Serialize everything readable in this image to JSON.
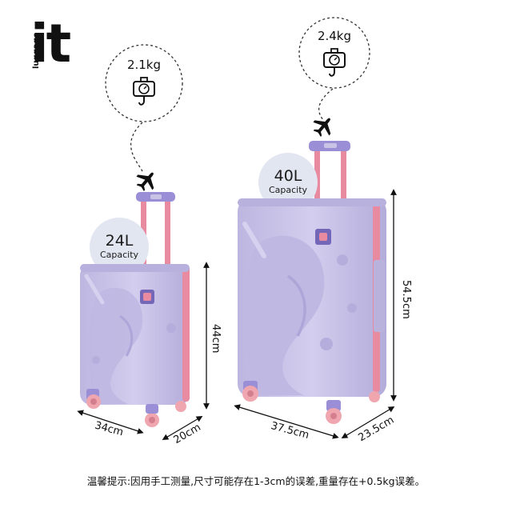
{
  "brand": {
    "logo_main": "it",
    "logo_sub": "luggage"
  },
  "small_case": {
    "weight": "2.1kg",
    "capacity": "24L",
    "capacity_label": "Capacity",
    "height": "44cm",
    "width": "34cm",
    "depth": "20cm"
  },
  "large_case": {
    "weight": "2.4kg",
    "capacity": "40L",
    "capacity_label": "Capacity",
    "height": "54.5cm",
    "width": "37.5cm",
    "depth": "23.5cm"
  },
  "note": "温馨提示:因用手工测量,尺寸可能存在1-3cm的误差,重量存在+0.5kg误差。",
  "colors": {
    "shell": "#c9c3e6",
    "shell_dark": "#a9a2d4",
    "trim": "#e88aa0",
    "wheel": "#f0a6ae",
    "handle": "#9a8fd6"
  },
  "icons": [
    "luggage-scale-icon",
    "airplane-icon"
  ]
}
